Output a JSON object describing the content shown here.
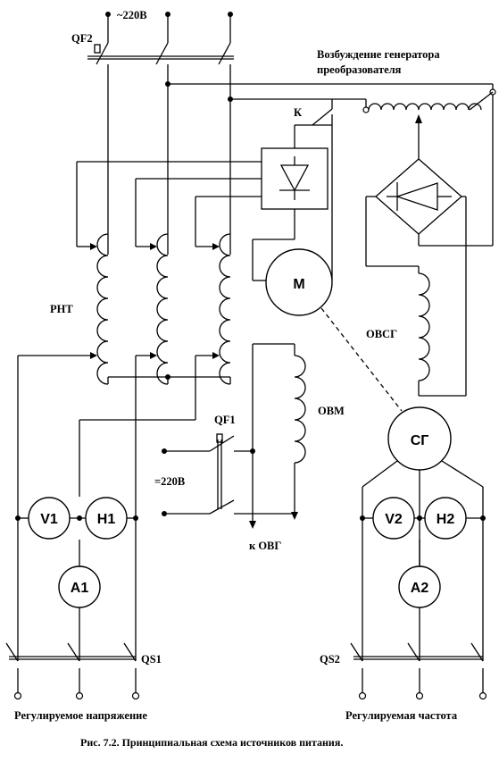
{
  "labels": {
    "supply_ac": "~220В",
    "qf2": "QF2",
    "exc_line1": "Возбуждение генератора",
    "exc_line2": "преобразователя",
    "k": "К",
    "rnt": "РНТ",
    "ovsg": "ОВСГ",
    "ovm": "ОВМ",
    "qf1": "QF1",
    "supply_dc": "=220В",
    "to_ovg": "к ОВГ",
    "qs1": "QS1",
    "qs2": "QS2",
    "reg_voltage": "Регулируемое напряжение",
    "reg_freq": "Регулируемая частота",
    "caption": "Рис. 7.2. Принципиальная схема источников питания."
  },
  "meters": {
    "v1": "V1",
    "h1": "H1",
    "a1": "A1",
    "v2": "V2",
    "h2": "H2",
    "a2": "A2"
  },
  "machines": {
    "motor": "М",
    "generator": "СГ"
  }
}
